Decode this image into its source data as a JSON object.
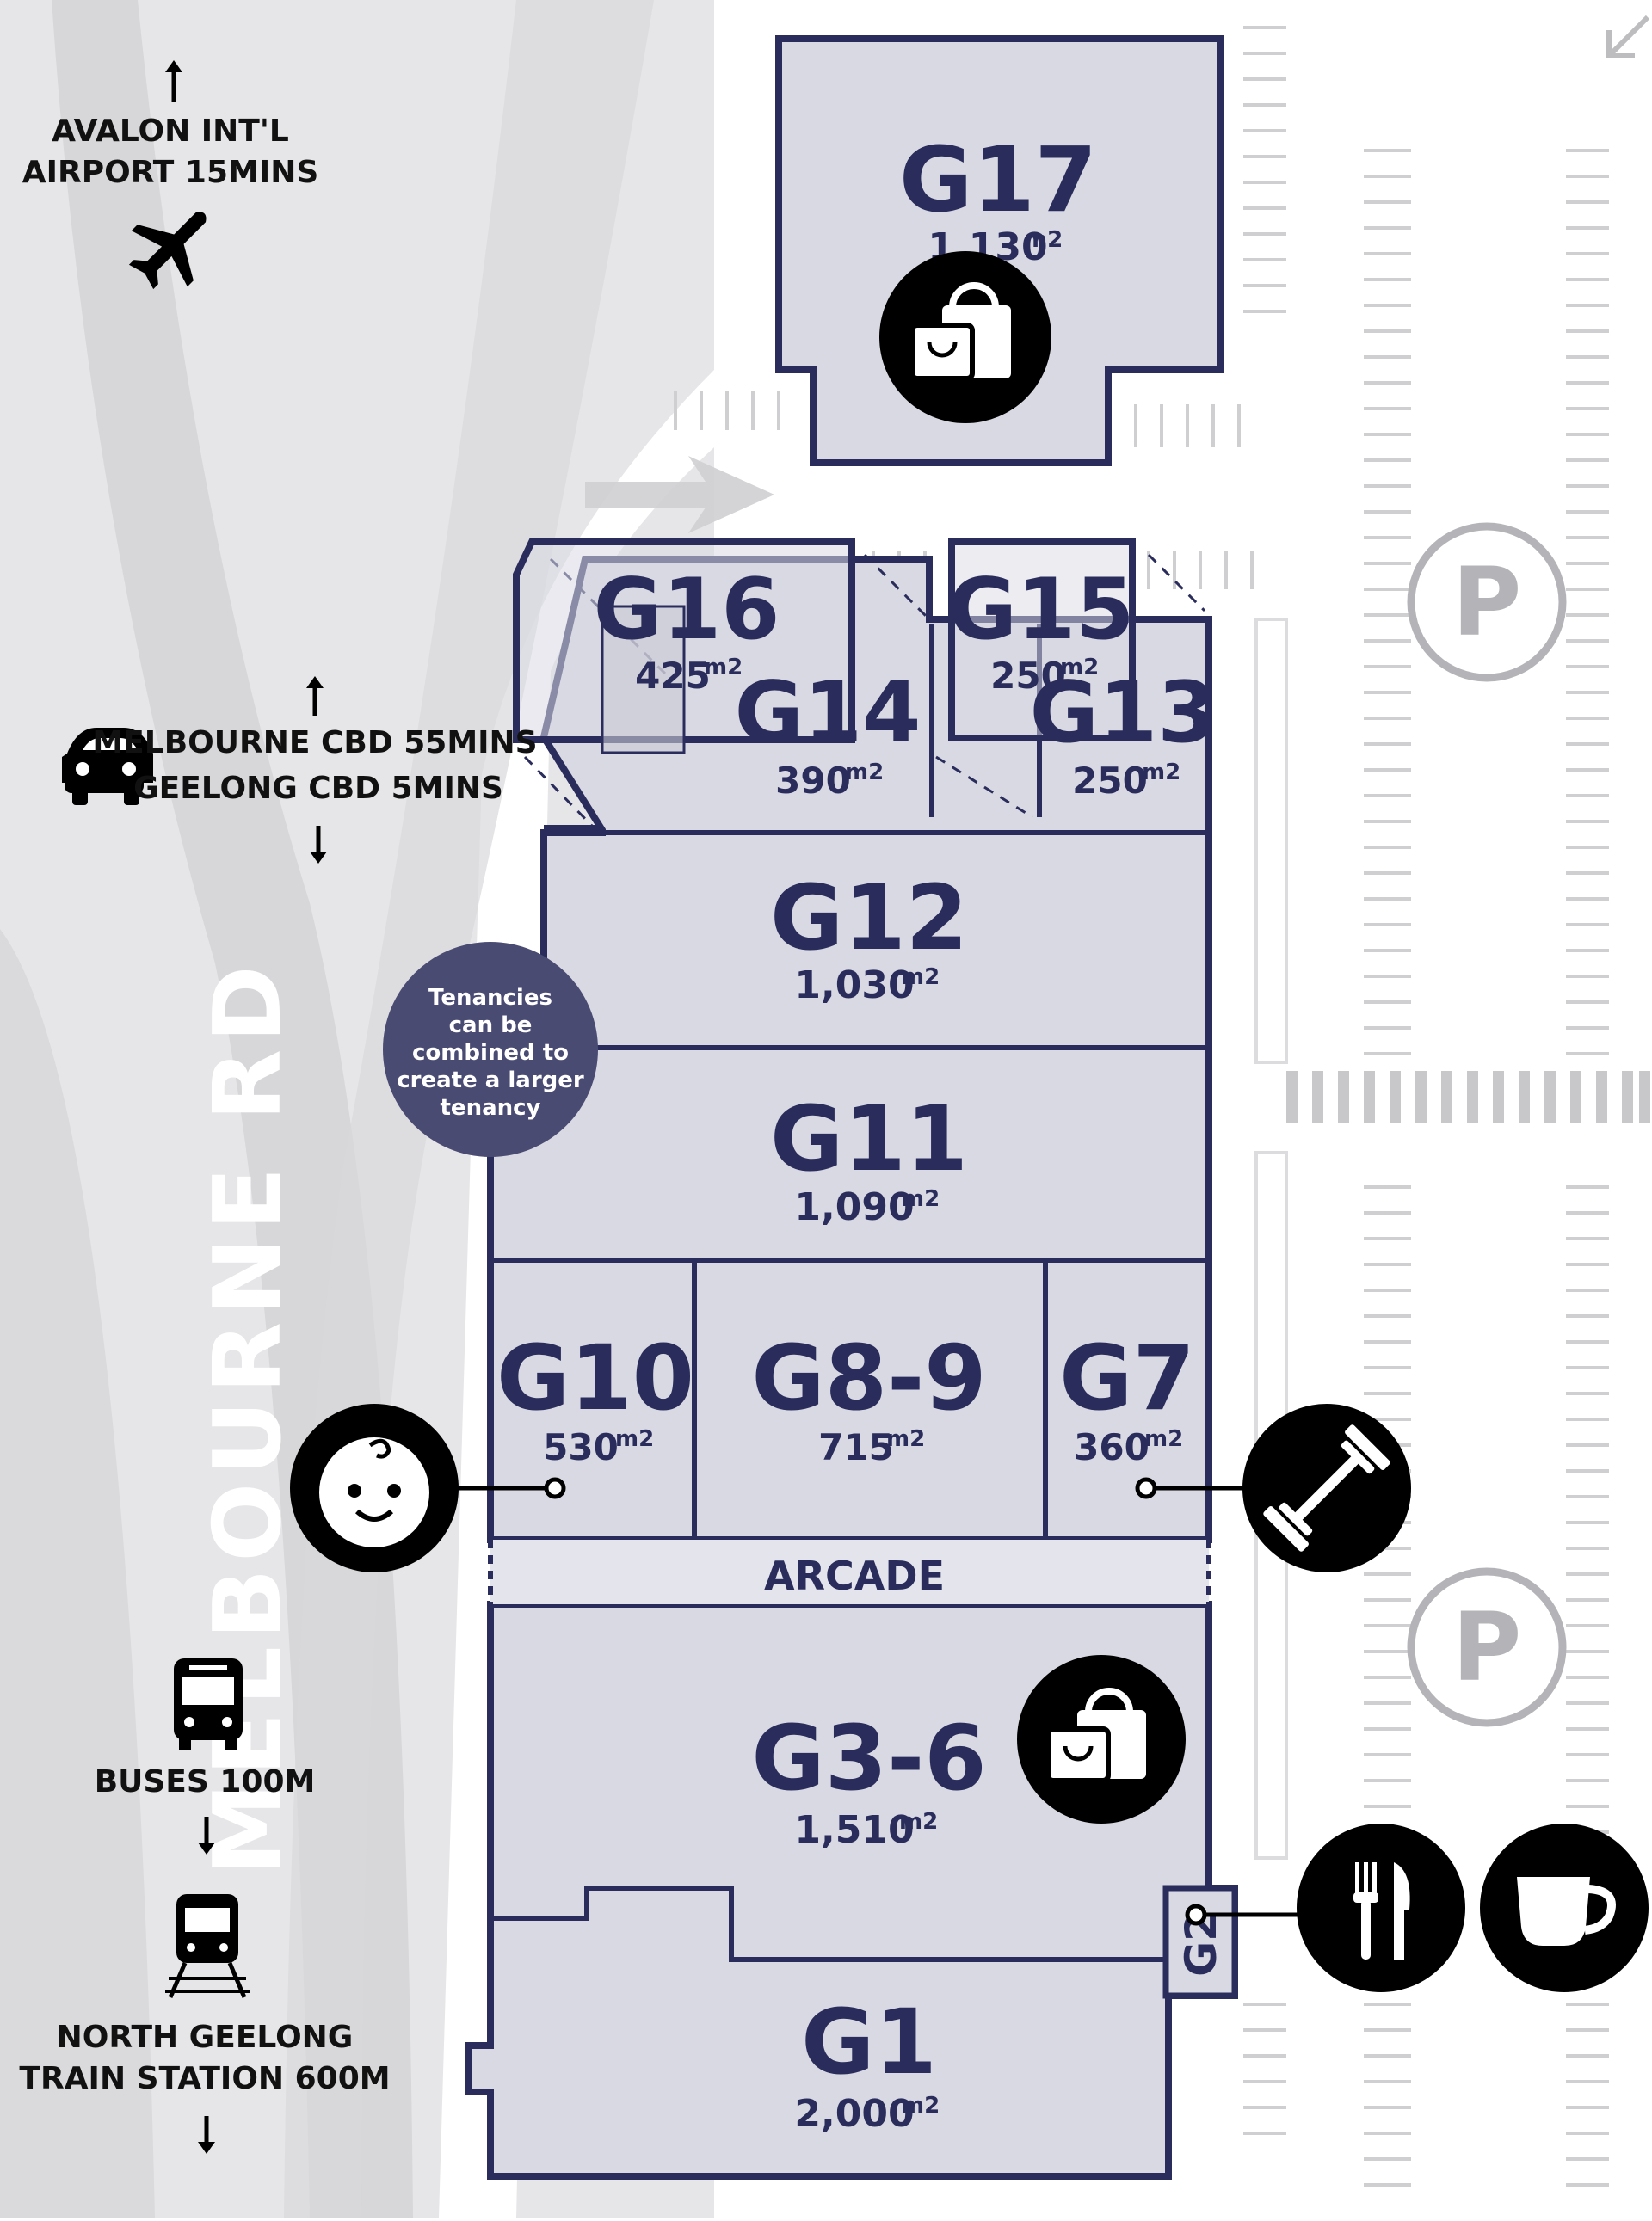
{
  "road": {
    "name": "MELBOURNE RD"
  },
  "directions": {
    "airport": {
      "line1": "AVALON INT'L",
      "line2": "AIRPORT 15MINS",
      "icon": "plane-icon"
    },
    "car": {
      "line1": "MELBOURNE CBD 55MINS",
      "line2": "GEELONG CBD 5MINS",
      "icon": "car-icon"
    },
    "bus": {
      "line1": "BUSES 100M",
      "icon": "bus-icon"
    },
    "train": {
      "line1": "NORTH GEELONG",
      "line2": "TRAIN STATION 600M",
      "icon": "train-icon"
    }
  },
  "callout": {
    "lines": [
      "Tenancies",
      "can be",
      "combined to",
      "create a larger",
      "tenancy"
    ]
  },
  "arcade": {
    "label": "ARCADE"
  },
  "area_unit": "m2",
  "tenancies": [
    {
      "code": "G17",
      "area": "1,130"
    },
    {
      "code": "G16",
      "area": "425"
    },
    {
      "code": "G15",
      "area": "250"
    },
    {
      "code": "G14",
      "area": "390"
    },
    {
      "code": "G13",
      "area": "250"
    },
    {
      "code": "G12",
      "area": "1,030"
    },
    {
      "code": "G11",
      "area": "1,090"
    },
    {
      "code": "G10",
      "area": "530"
    },
    {
      "code": "G8-9",
      "area": "715"
    },
    {
      "code": "G7",
      "area": "360"
    },
    {
      "code": "G3-6",
      "area": "1,510"
    },
    {
      "code": "G2",
      "area": ""
    },
    {
      "code": "G1",
      "area": "2,000"
    }
  ],
  "parking": [
    {
      "label": "P"
    },
    {
      "label": "P"
    }
  ],
  "amenity_icons": [
    "shopping-bag-icon",
    "baby-icon",
    "dumbbell-icon",
    "shopping-bag-icon",
    "cutlery-icon",
    "coffee-cup-icon"
  ],
  "colors": {
    "navy": "#2a2d5c",
    "unit_fill": "#d9d9e3",
    "road": "#e4e4e6",
    "callout": "#4a4b73",
    "parking": "#b4b4b8"
  }
}
